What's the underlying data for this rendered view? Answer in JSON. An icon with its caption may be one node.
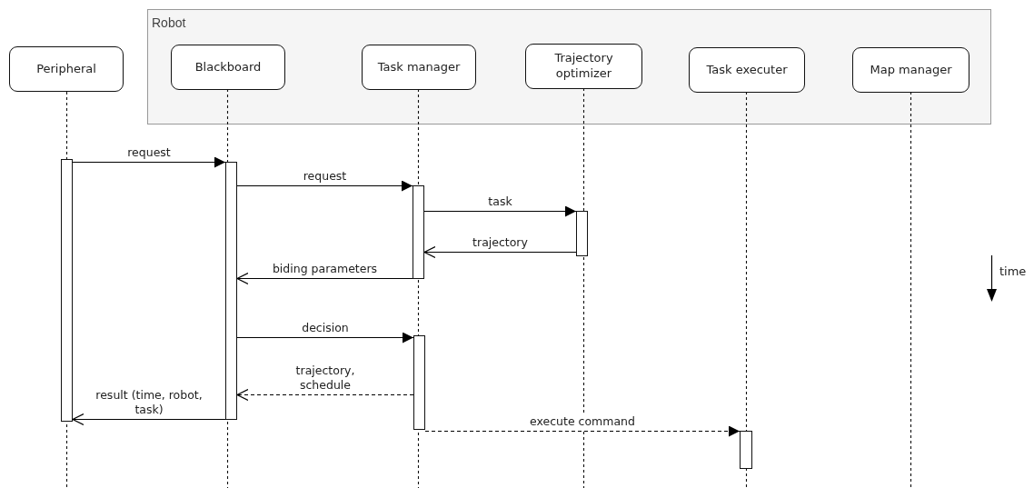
{
  "diagram": {
    "nodes": [
      {
        "text": [
          "Robot"
        ]
      },
      {
        "text": [
          "Peripheral"
        ]
      },
      {
        "text": [
          "Blackboard"
        ],
        "in": 0
      },
      {
        "text": [
          "Task manager"
        ],
        "in": 0
      },
      {
        "text": [
          "Trajectory optimizer"
        ],
        "in": 0
      },
      {
        "text": [
          "Task executer"
        ],
        "in": 0
      },
      {
        "text": [
          "Map manager"
        ],
        "in": 0
      },
      {
        "text": [],
        "shape": "bar"
      },
      {
        "text": [],
        "shape": "bar"
      },
      {
        "text": [],
        "shape": "bar"
      },
      {
        "text": [],
        "shape": "bar"
      },
      {
        "text": [],
        "shape": "bar"
      },
      {
        "text": [],
        "shape": "bar"
      }
    ],
    "edges": [
      {
        "from": 7,
        "to": 8,
        "arrow": "to",
        "label": "request"
      },
      {
        "from": 8,
        "to": 9,
        "arrow": "to",
        "label": "request"
      },
      {
        "from": 9,
        "to": 10,
        "arrow": "to",
        "label": "task"
      },
      {
        "from": 10,
        "to": 9,
        "arrow": "to",
        "label": "trajectory"
      },
      {
        "from": 9,
        "to": 8,
        "arrow": "to",
        "label": "biding parameters"
      },
      {
        "from": 8,
        "to": 11,
        "arrow": "to",
        "label": "decision"
      },
      {
        "from": 11,
        "to": 8,
        "arrow": "to",
        "label": "trajectory, schedule",
        "style": "dashed"
      },
      {
        "from": 8,
        "to": 7,
        "arrow": "to",
        "label": "result (time, robot, task)"
      },
      {
        "from": 11,
        "to": 12,
        "arrow": "to",
        "label": "execute command",
        "style": "dashed"
      }
    ],
    "labels": [
      "time"
    ]
  }
}
